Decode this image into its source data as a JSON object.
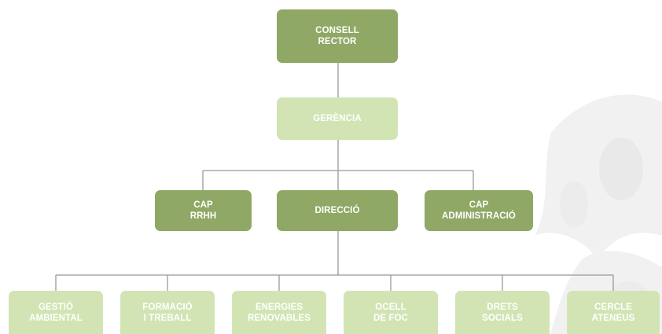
{
  "colors": {
    "primary_box": "#8fa865",
    "secondary_box": "#d2e4b4",
    "connector": "#999999",
    "text": "#ffffff"
  },
  "org_chart": {
    "top": {
      "lines": [
        "CONSELL",
        "RECTOR"
      ]
    },
    "management": {
      "lines": [
        "GERÈNCIA"
      ]
    },
    "middle": [
      {
        "lines": [
          "CAP",
          "RRHH"
        ]
      },
      {
        "lines": [
          "DIRECCIÓ"
        ]
      },
      {
        "lines": [
          "CAP",
          "ADMINISTRACIÓ"
        ]
      }
    ],
    "departments": [
      {
        "lines": [
          "GESTIÓ",
          "AMBIENTAL"
        ]
      },
      {
        "lines": [
          "FORMACIÓ",
          "I TREBALL"
        ]
      },
      {
        "lines": [
          "ENERGIES",
          "RENOVABLES"
        ]
      },
      {
        "lines": [
          "OCELL",
          "DE FOC"
        ]
      },
      {
        "lines": [
          "DRETS",
          "SOCIALS"
        ]
      },
      {
        "lines": [
          "CERCLE",
          "ATENEUS"
        ]
      }
    ]
  }
}
